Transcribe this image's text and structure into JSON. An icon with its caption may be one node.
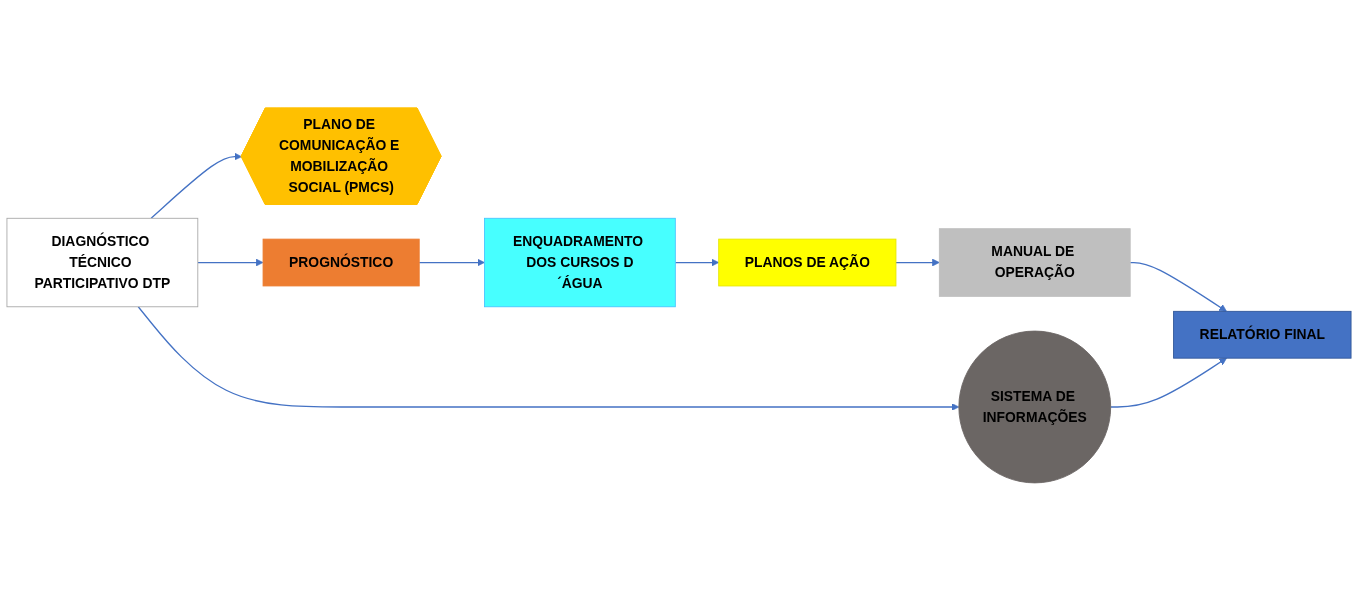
{
  "diagram": {
    "nodes": [
      {
        "text": [
          "DIAGNÓSTICO TÉCNICO PARTICIPATIVO DTP"
        ]
      },
      {
        "text": [
          "PLANO DE COMUNICAÇÃO E MOBILIZAÇÃO SOCIAL (PMCS)"
        ]
      },
      {
        "text": [
          "PROGNÓSTICO"
        ]
      },
      {
        "text": [
          "ENQUADRAMENTO DOS CURSOS D´ÁGUA"
        ]
      },
      {
        "text": [
          "PLANOS DE AÇÃO"
        ]
      },
      {
        "text": [
          "MANUAL DE OPERAÇÃO"
        ]
      },
      {
        "text": [
          "RELATÓRIO FINAL"
        ]
      },
      {
        "text": [
          "SISTEMA DE INFORMAÇÕES"
        ]
      }
    ],
    "edges": [
      {
        "from": 0,
        "to": 1,
        "arrow": "to"
      },
      {
        "from": 0,
        "to": 2,
        "arrow": "to"
      },
      {
        "from": 0,
        "to": 7,
        "arrow": "to"
      },
      {
        "from": 2,
        "to": 3,
        "arrow": "to"
      },
      {
        "from": 3,
        "to": 4,
        "arrow": "to"
      },
      {
        "from": 4,
        "to": 5,
        "arrow": "to"
      },
      {
        "from": 5,
        "to": 6,
        "arrow": "to"
      },
      {
        "from": 7,
        "to": 6,
        "arrow": "to"
      }
    ]
  }
}
